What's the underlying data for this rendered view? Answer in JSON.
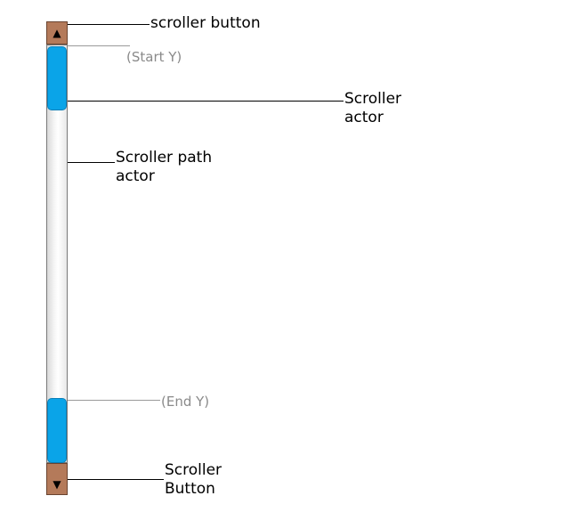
{
  "labels": {
    "scroller_button_top": "scroller button",
    "start_y": "(Start Y)",
    "scroller_actor_line1": "Scroller",
    "scroller_actor_line2": "actor",
    "scroller_path_line1": "Scroller path",
    "scroller_path_line2": "actor",
    "end_y": "(End Y)",
    "scroller_button_bottom_line1": "Scroller",
    "scroller_button_bottom_line2": "Button"
  },
  "glyphs": {
    "up_arrow": "▲",
    "down_arrow": "▼"
  },
  "colors": {
    "button": "#b47a5a",
    "thumb": "#0aa4e8",
    "track": "#f4f4f4"
  }
}
